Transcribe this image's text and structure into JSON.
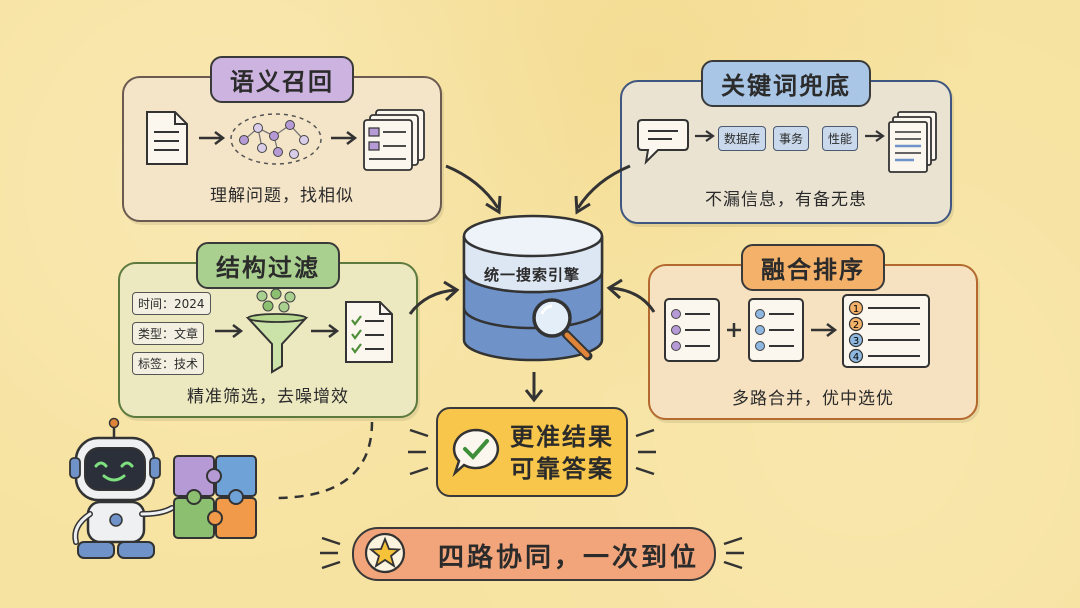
{
  "panels": {
    "semantic": {
      "title": "语义召回",
      "caption": "理解问题，找相似"
    },
    "keyword": {
      "title": "关键词兜底",
      "caption": "不漏信息，有备无患",
      "chips": [
        "数据库",
        "事务",
        "性能"
      ]
    },
    "filter": {
      "title": "结构过滤",
      "caption": "精准筛选，去噪增效",
      "tags": [
        "时间：2024",
        "类型：文章",
        "标签：技术"
      ]
    },
    "rank": {
      "title": "融合排序",
      "caption": "多路合并，优中选优",
      "ranks": [
        "1",
        "2",
        "3",
        "4"
      ]
    }
  },
  "center": {
    "label": "统一搜索引擎"
  },
  "result": {
    "line1": "更准结果",
    "line2": "可靠答案"
  },
  "slogan": {
    "text": "四路协同，一次到位"
  },
  "colors": {
    "background": "#f7e3a1",
    "semantic": "#cdb3e0",
    "keyword": "#a9c6e6",
    "filter": "#a9d08f",
    "rank": "#f3b16a",
    "result": "#f8c64a",
    "slogan": "#f2a57a",
    "database": "#6f93c9"
  },
  "icons": [
    "document-icon",
    "cluster-icon",
    "stacked-docs-icon",
    "chat-bubble-icon",
    "file-list-icon",
    "funnel-icon",
    "checklist-icon",
    "ranked-list-icon",
    "database-icon",
    "magnifier-icon",
    "check-bubble-icon",
    "star-icon",
    "robot-icon",
    "puzzle-icon"
  ]
}
